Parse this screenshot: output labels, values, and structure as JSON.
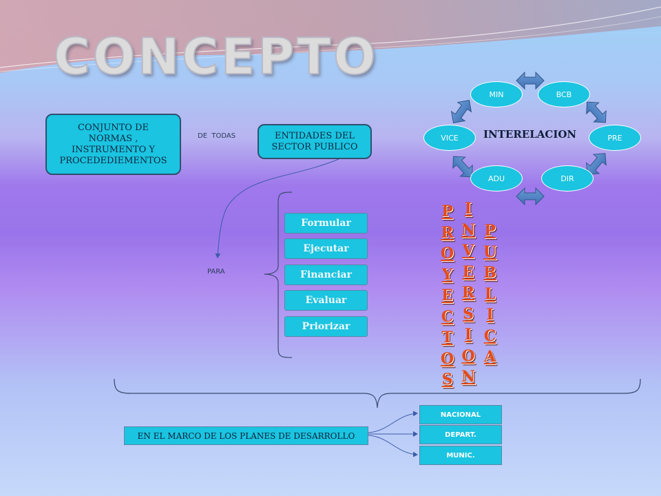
{
  "title": "CONCEPTO",
  "definition_box": "CONJUNTO DE NORMAS , INSTRUMENTO Y PROCEDEDIEMENTOS",
  "connector_label": "DE  TODAS",
  "entities_box": "ENTIDADES DEL SECTOR PUBLICO",
  "interrelation": {
    "center_label": "INTERELACION",
    "nodes": {
      "min": "MIN",
      "bcb": "BCB",
      "vice": "VICE",
      "pre": "PRE",
      "adu": "ADU",
      "dir": "DIR"
    }
  },
  "para_label": "PARA",
  "verbs": [
    "Formular",
    "Ejecutar",
    "Financiar",
    "Evaluar",
    "Priorizar"
  ],
  "vertical_words": {
    "proyectos": [
      "P",
      "R",
      "O",
      "Y",
      "E",
      "C",
      "T",
      "O",
      "S"
    ],
    "inversion": [
      "I",
      "N",
      "V",
      "E",
      "R",
      "S",
      "I",
      "O",
      "N"
    ],
    "publica": [
      "P",
      "U",
      "B",
      "L",
      "I",
      "C",
      "A"
    ]
  },
  "framework_box": "EN EL MARCO DE LOS PLANES DE DESARROLLO",
  "levels": [
    "NACIONAL",
    "DEPART.",
    "MUNIC."
  ]
}
